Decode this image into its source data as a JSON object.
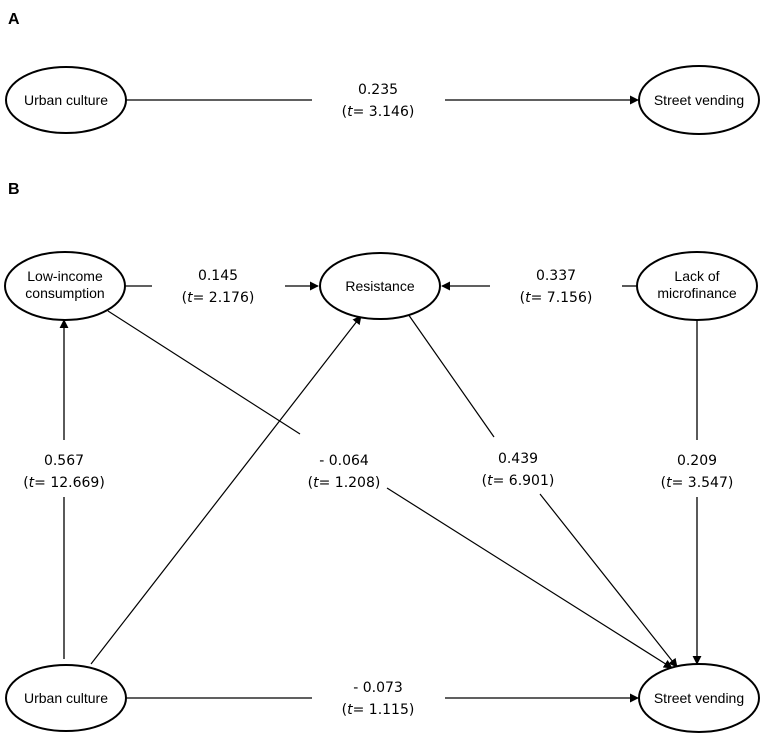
{
  "panels": {
    "a": "A",
    "b": "B"
  },
  "nodes": {
    "a_urban_culture": [
      "Urban culture"
    ],
    "a_street_vending": [
      "Street vending"
    ],
    "b_low_income": [
      "Low-income",
      "consumption"
    ],
    "b_resistance": [
      "Resistance"
    ],
    "b_lack_microfinance": [
      "Lack of",
      "microfinance"
    ],
    "b_urban_culture": [
      "Urban culture"
    ],
    "b_street_vending": [
      "Street vending"
    ]
  },
  "paths": {
    "a_urban_street": {
      "coef": "0.235",
      "t_label": "t",
      "t_value": "= 3.146)"
    },
    "b_lowincome_resistance": {
      "coef": "0.145",
      "t_label": "t",
      "t_value": "= 2.176)"
    },
    "b_lack_resistance": {
      "coef": "0.337",
      "t_label": "t",
      "t_value": "= 7.156)"
    },
    "b_urban_lowincome": {
      "coef": "0.567",
      "t_label": "t",
      "t_value": "= 12.669)"
    },
    "b_lowincome_street": {
      "coef": "- 0.064",
      "t_label": "t",
      "t_value": "= 1.208)"
    },
    "b_resistance_street": {
      "coef": "0.439",
      "t_label": "t",
      "t_value": "= 6.901)"
    },
    "b_lack_street": {
      "coef": "0.209",
      "t_label": "t",
      "t_value": "= 3.547)"
    },
    "b_urban_street": {
      "coef": "- 0.073",
      "t_label": "t",
      "t_value": "= 1.115)"
    },
    "b_urban_resistance": {
      "coef": "",
      "t_label": "",
      "t_value": ""
    }
  }
}
